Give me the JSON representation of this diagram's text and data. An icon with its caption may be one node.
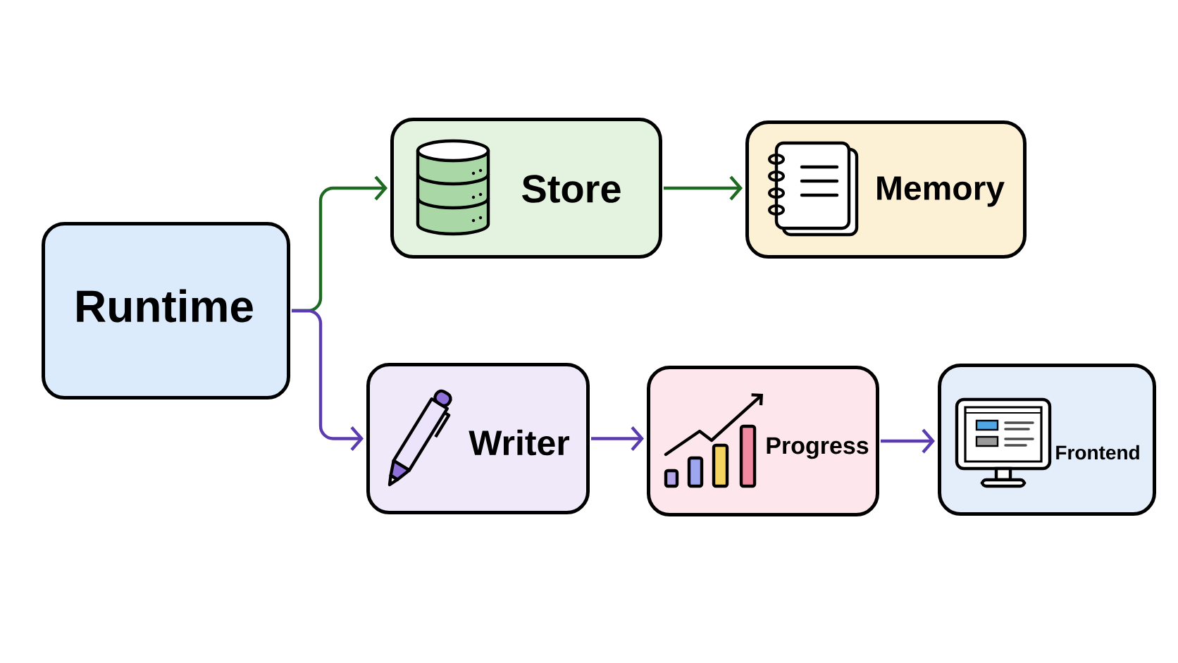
{
  "diagram": {
    "nodes": [
      {
        "text": [
          "Runtime"
        ]
      },
      {
        "text": [
          "Store"
        ]
      },
      {
        "text": [
          "Memory"
        ]
      },
      {
        "text": [
          "Writer"
        ]
      },
      {
        "text": [
          "Progress"
        ]
      },
      {
        "text": [
          "Frontend"
        ]
      }
    ],
    "edges": [
      {
        "from": 0,
        "to": 1,
        "arrow": "to",
        "color": "#1e6a22"
      },
      {
        "from": 1,
        "to": 2,
        "arrow": "to",
        "color": "#1e6a22"
      },
      {
        "from": 0,
        "to": 3,
        "arrow": "to"
      },
      {
        "from": 3,
        "to": 4,
        "arrow": "to"
      },
      {
        "from": 4,
        "to": 5,
        "arrow": "to"
      }
    ]
  }
}
